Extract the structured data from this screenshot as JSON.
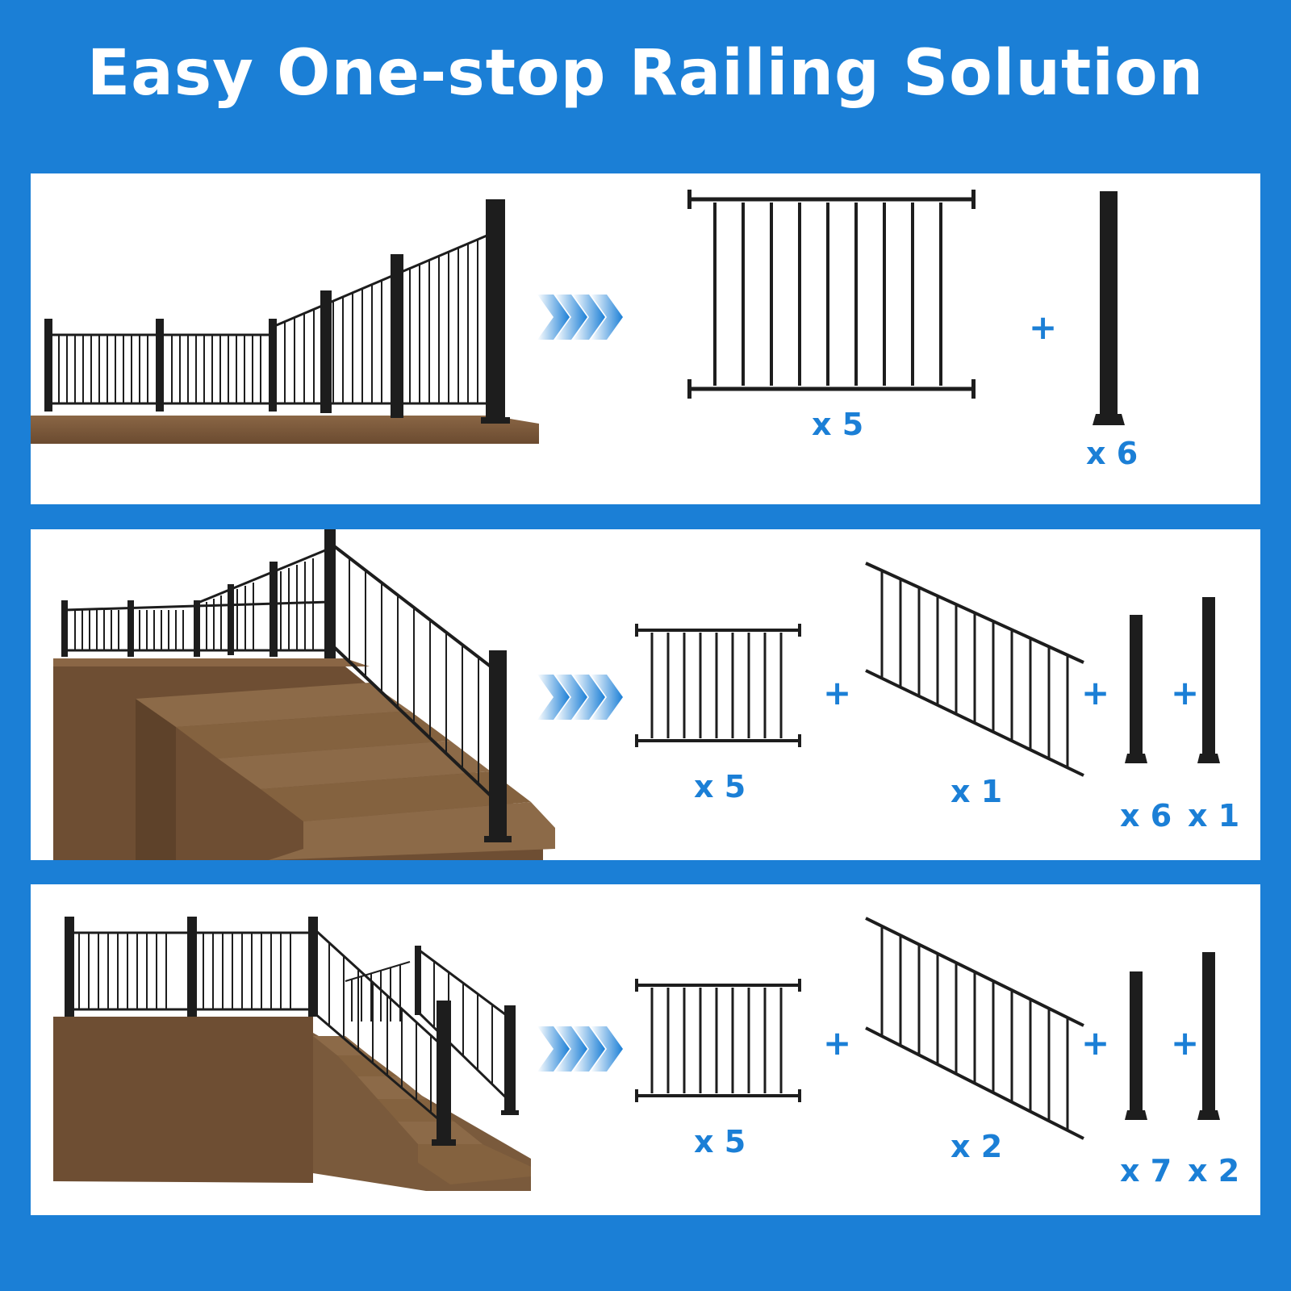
{
  "header": {
    "title": "Easy One-stop Railing Solution"
  },
  "colors": {
    "background": "#1b7fd6",
    "accent": "#1b7fd6",
    "panel": "#ffffff",
    "wood": "#7a5a3c",
    "metal": "#1d1d1d"
  },
  "plus_label": "+",
  "panels": [
    {
      "name": "flat-deck",
      "quantities": [
        "x 5",
        "x 6"
      ]
    },
    {
      "name": "deck-with-one-stair",
      "quantities": [
        "x 5",
        "x 1",
        "x 6",
        "x 1"
      ]
    },
    {
      "name": "deck-with-two-stairs",
      "quantities": [
        "x 5",
        "x 2",
        "x 7",
        "x 2"
      ]
    }
  ],
  "icons": [
    "arrow-chevrons-icon",
    "plus-icon"
  ]
}
